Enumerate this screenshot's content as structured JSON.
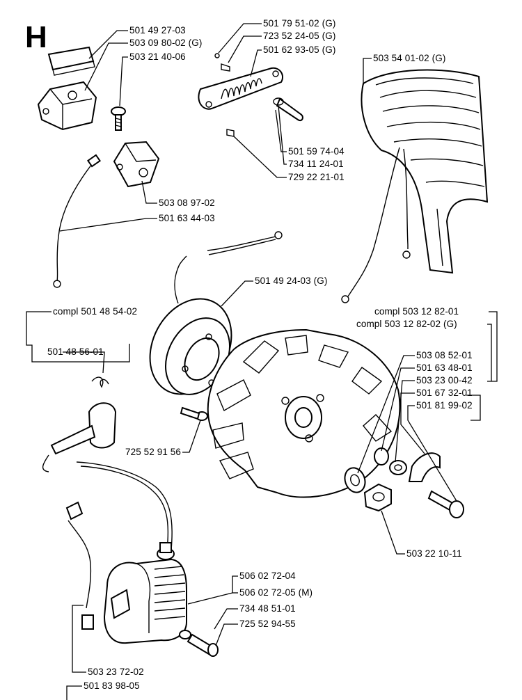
{
  "section": "H",
  "labels": [
    {
      "id": "lbl_01",
      "text": "501 49 27-03"
    },
    {
      "id": "lbl_02",
      "text": "503 09 80-02 (G)"
    },
    {
      "id": "lbl_03",
      "text": "503 21 40-06"
    },
    {
      "id": "lbl_04",
      "text": "501 79 51-02 (G)"
    },
    {
      "id": "lbl_05",
      "text": "723 52 24-05 (G)"
    },
    {
      "id": "lbl_06",
      "text": "501 62 93-05 (G)"
    },
    {
      "id": "lbl_07",
      "text": "503 54 01-02 (G)"
    },
    {
      "id": "lbl_08",
      "text": "501 59 74-04"
    },
    {
      "id": "lbl_09",
      "text": "734 11 24-01"
    },
    {
      "id": "lbl_10",
      "text": "729 22 21-01"
    },
    {
      "id": "lbl_11",
      "text": "503 08 97-02"
    },
    {
      "id": "lbl_12",
      "text": "501 63 44-03"
    },
    {
      "id": "lbl_13",
      "text": "501 49 24-03 (G)"
    },
    {
      "id": "lbl_14",
      "text": "compl 501 48 54-02"
    },
    {
      "id": "lbl_15",
      "text": "compl 503 12 82-01"
    },
    {
      "id": "lbl_16",
      "text": "compl 503 12 82-02 (G)"
    },
    {
      "id": "lbl_17",
      "text": "501 48 56-01"
    },
    {
      "id": "lbl_18",
      "text": "503 08 52-01"
    },
    {
      "id": "lbl_19",
      "text": "501 63 48-01"
    },
    {
      "id": "lbl_20",
      "text": "503 23 00-42"
    },
    {
      "id": "lbl_21",
      "text": "501 67 32-01"
    },
    {
      "id": "lbl_22",
      "text": "501 81 99-02"
    },
    {
      "id": "lbl_23",
      "text": "725 52 91 56"
    },
    {
      "id": "lbl_24",
      "text": "503 22 10-11"
    },
    {
      "id": "lbl_25",
      "text": "506 02 72-04"
    },
    {
      "id": "lbl_26",
      "text": "506 02 72-05 (M)"
    },
    {
      "id": "lbl_27",
      "text": "734 48 51-01"
    },
    {
      "id": "lbl_28",
      "text": "725 52 94-55"
    },
    {
      "id": "lbl_29",
      "text": "503 23 72-02"
    },
    {
      "id": "lbl_30",
      "text": "501 83 98-05"
    }
  ]
}
